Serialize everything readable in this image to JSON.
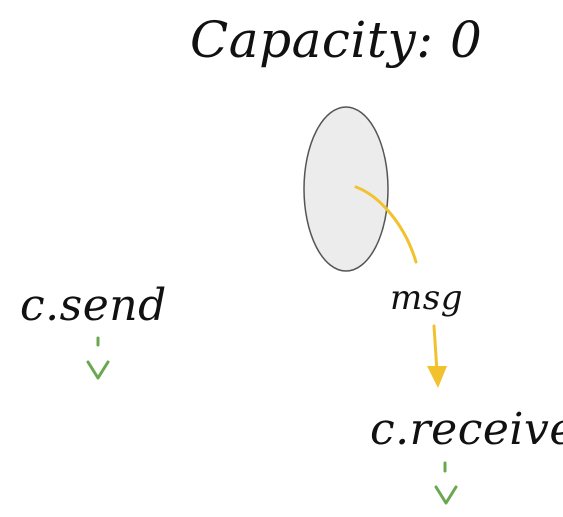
{
  "title": "Capacity: 0",
  "sender": {
    "label": "c.send"
  },
  "receiver": {
    "label": "c.receive"
  },
  "message": {
    "label": "msg"
  },
  "colors": {
    "channel_fill": "#ececec",
    "channel_stroke": "#555555",
    "message_path": "#f2c12e",
    "blocked_arrow": "#6aa84f",
    "text": "#111111"
  }
}
